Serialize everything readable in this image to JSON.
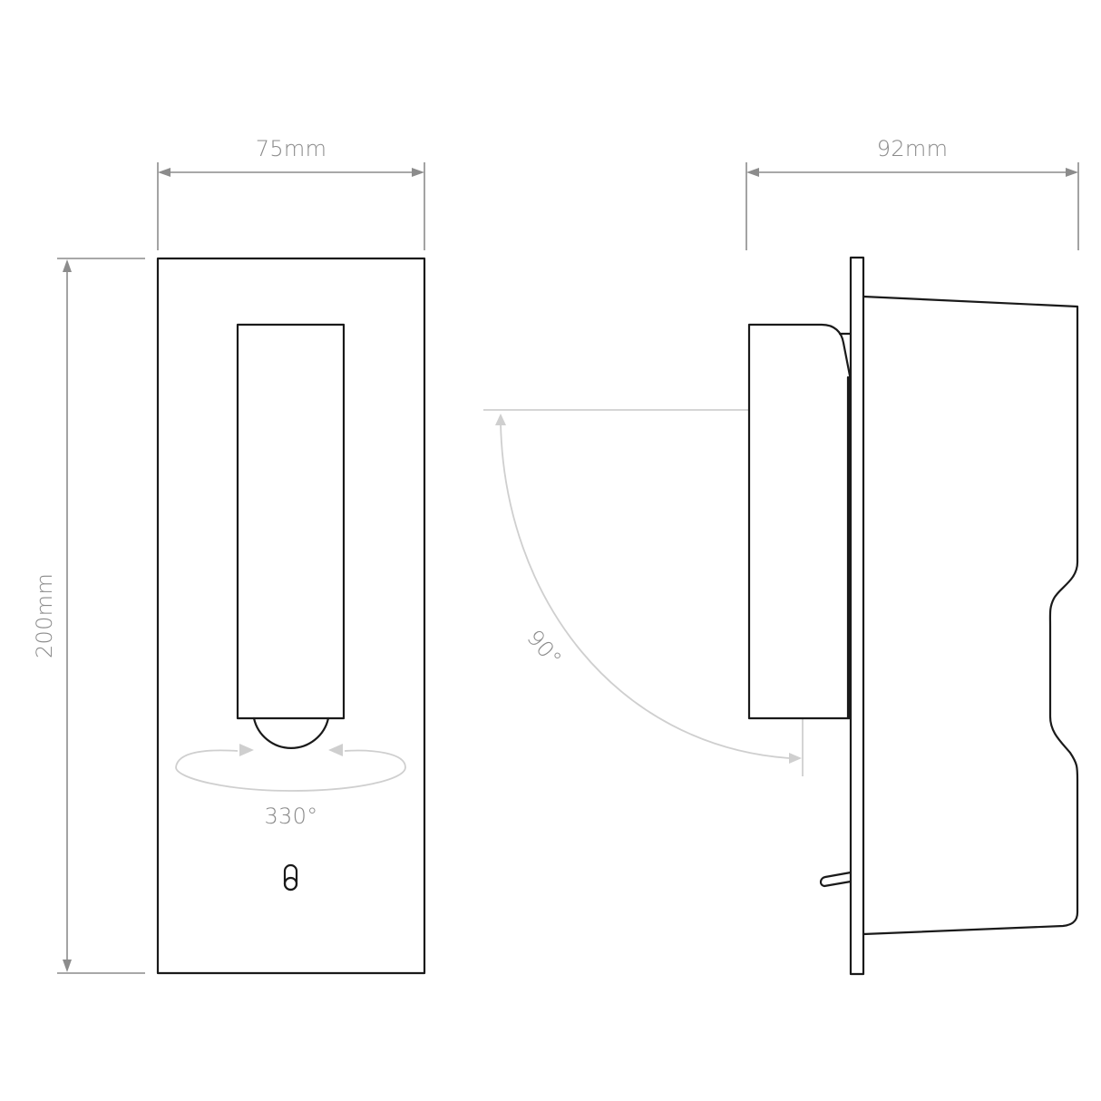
{
  "drawing": {
    "front_view": {
      "width_label": "75mm",
      "height_label": "200mm",
      "rotation_label": "330°"
    },
    "side_view": {
      "depth_label": "92mm",
      "tilt_label": "90°"
    },
    "colors": {
      "outline": "#1a1a1a",
      "dimension": "#8c8c8c",
      "annotation_light": "#cfcfcf",
      "background": "#ffffff"
    }
  }
}
